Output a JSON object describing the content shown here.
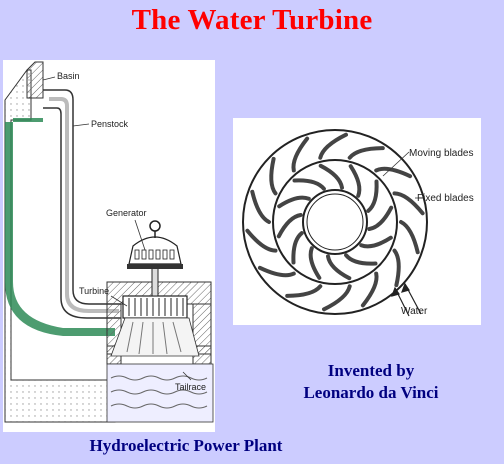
{
  "title": "The Water Turbine",
  "plant_diagram": {
    "labels": {
      "basin": "Basin",
      "penstock": "Penstock",
      "generator": "Generator",
      "turbine": "Turbine",
      "tailrace": "Tailrace"
    }
  },
  "turbine_diagram": {
    "labels": {
      "moving_blades": "Moving blades",
      "fixed_blades": "Fixed blades",
      "water": "Water"
    }
  },
  "inventor": {
    "line1": "Invented by",
    "line2": "Leonardo da Vinci"
  },
  "caption": "Hydroelectric Power Plant",
  "colors": {
    "background": "#ccccff",
    "title": "#ff0000",
    "text": "#000080",
    "lining": "#2e8b57"
  }
}
